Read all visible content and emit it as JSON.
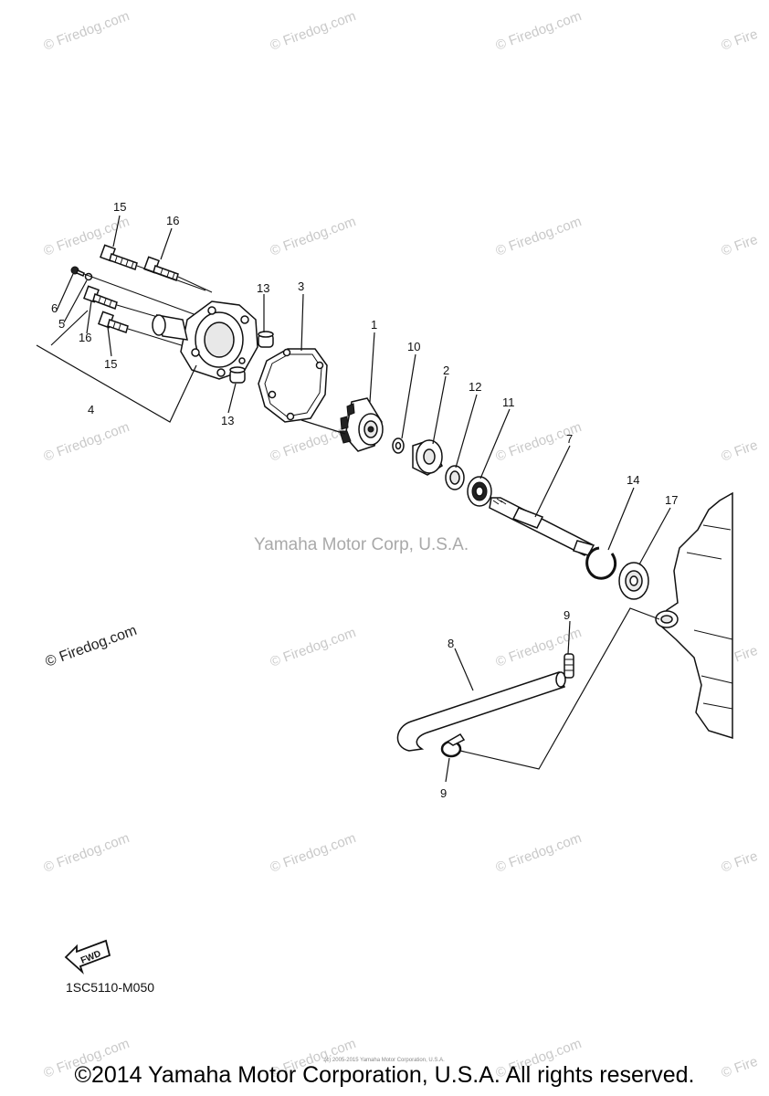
{
  "watermark": "© Firedog.com",
  "watermark_cut": "© Fire",
  "center_watermark": "Yamaha Motor Corp, U.S.A.",
  "part_labels": [
    "1",
    "2",
    "3",
    "4",
    "5",
    "6",
    "7",
    "8",
    "9",
    "10",
    "11",
    "12",
    "13",
    "14",
    "15",
    "16",
    "17"
  ],
  "diagram_code": "1SC5110-M050",
  "fwd_label": "FWD",
  "tiny_credit": "(c) 2005-2015 Yamaha Motor Corporation, U.S.A.",
  "copyright": "©2014 Yamaha Motor Corporation, U.S.A. All rights reserved."
}
